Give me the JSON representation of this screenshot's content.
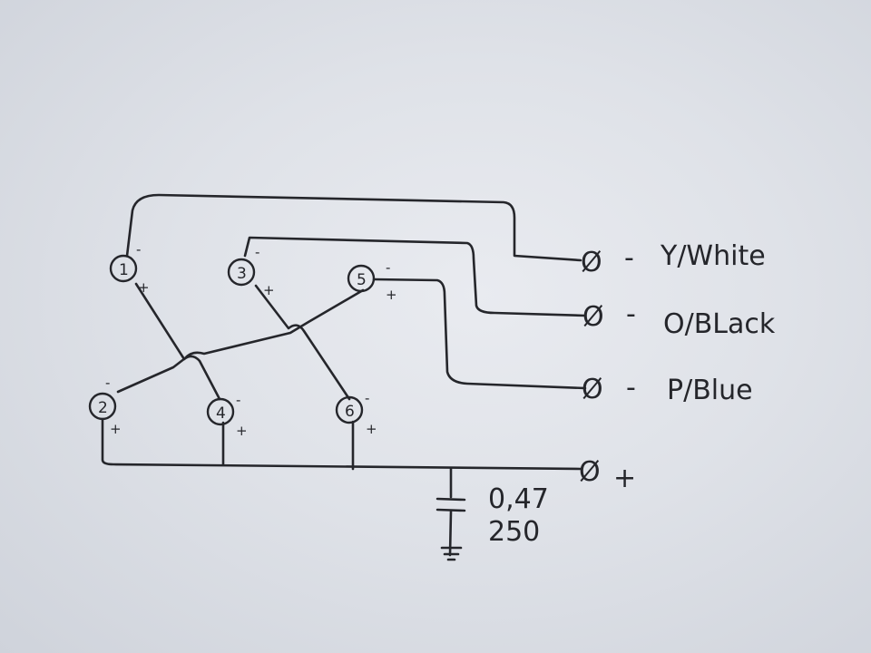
{
  "coils": [
    {
      "number": "1",
      "minus": "-",
      "plus": "+"
    },
    {
      "number": "2",
      "minus": "-",
      "plus": "+"
    },
    {
      "number": "3",
      "minus": "-",
      "plus": "+"
    },
    {
      "number": "4",
      "minus": "-",
      "plus": "+"
    },
    {
      "number": "5",
      "minus": "-",
      "plus": "+"
    },
    {
      "number": "6",
      "minus": "-",
      "plus": "+"
    }
  ],
  "terminals": [
    {
      "symbol": "Ø",
      "dash": "-",
      "label": "Y/White"
    },
    {
      "symbol": "Ø",
      "dash": "-",
      "label": "O/BLack"
    },
    {
      "symbol": "Ø",
      "dash": "-",
      "label": "P/Blue"
    },
    {
      "symbol": "Ø",
      "label": "+"
    }
  ],
  "capacitor": {
    "value": "0,47",
    "voltage": "250"
  },
  "colors": {
    "ink": "#25262b",
    "paper": "#e4e6ec"
  }
}
